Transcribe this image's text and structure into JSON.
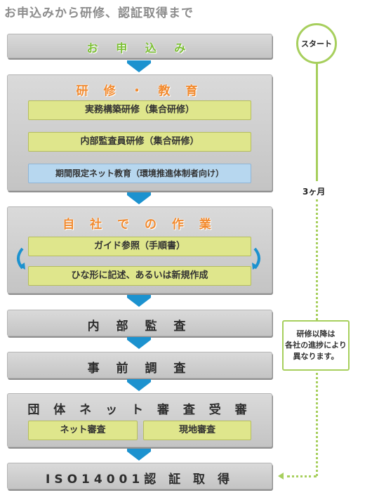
{
  "title": "お申込みから研修、認証取得まで",
  "steps": {
    "apply": "お 申 込 み",
    "training": {
      "title": "研 修 ・ 教 育",
      "items": [
        "実務構築研修（集合研修）",
        "内部監査員研修（集合研修）",
        "期間限定ネット教育（環境推進体制者向け）"
      ]
    },
    "inhouse": {
      "title": "自 社 で の 作 業",
      "items": [
        "ガイド参照（手順書）",
        "ひな形に記述、あるいは新規作成"
      ]
    },
    "internal_audit": "内 部 監 査",
    "pre_survey": "事 前 調 査",
    "group_review": {
      "title": "団 体 ネ ッ ト 審 査 受 審",
      "items": [
        "ネット審査",
        "現地審査"
      ]
    },
    "certification": "ISO14001認 証 取 得"
  },
  "timeline": {
    "start": "スタート",
    "duration": "3ヶ月",
    "note": [
      "研修以降は",
      "各社の進捗により",
      "異なります。"
    ]
  },
  "colors": {
    "panel": "#cfcfcf",
    "arrow": "#1c92cf",
    "box": "#dfe68c",
    "box_blue": "#b7d7ef",
    "orange_title": "#f28a2e",
    "green_title": "#7bbf33",
    "timeline": "#a7cf5d"
  },
  "icons": [
    "down-arrow-icon",
    "cycle-arrow-left-icon",
    "cycle-arrow-right-icon",
    "left-arrow-icon"
  ]
}
